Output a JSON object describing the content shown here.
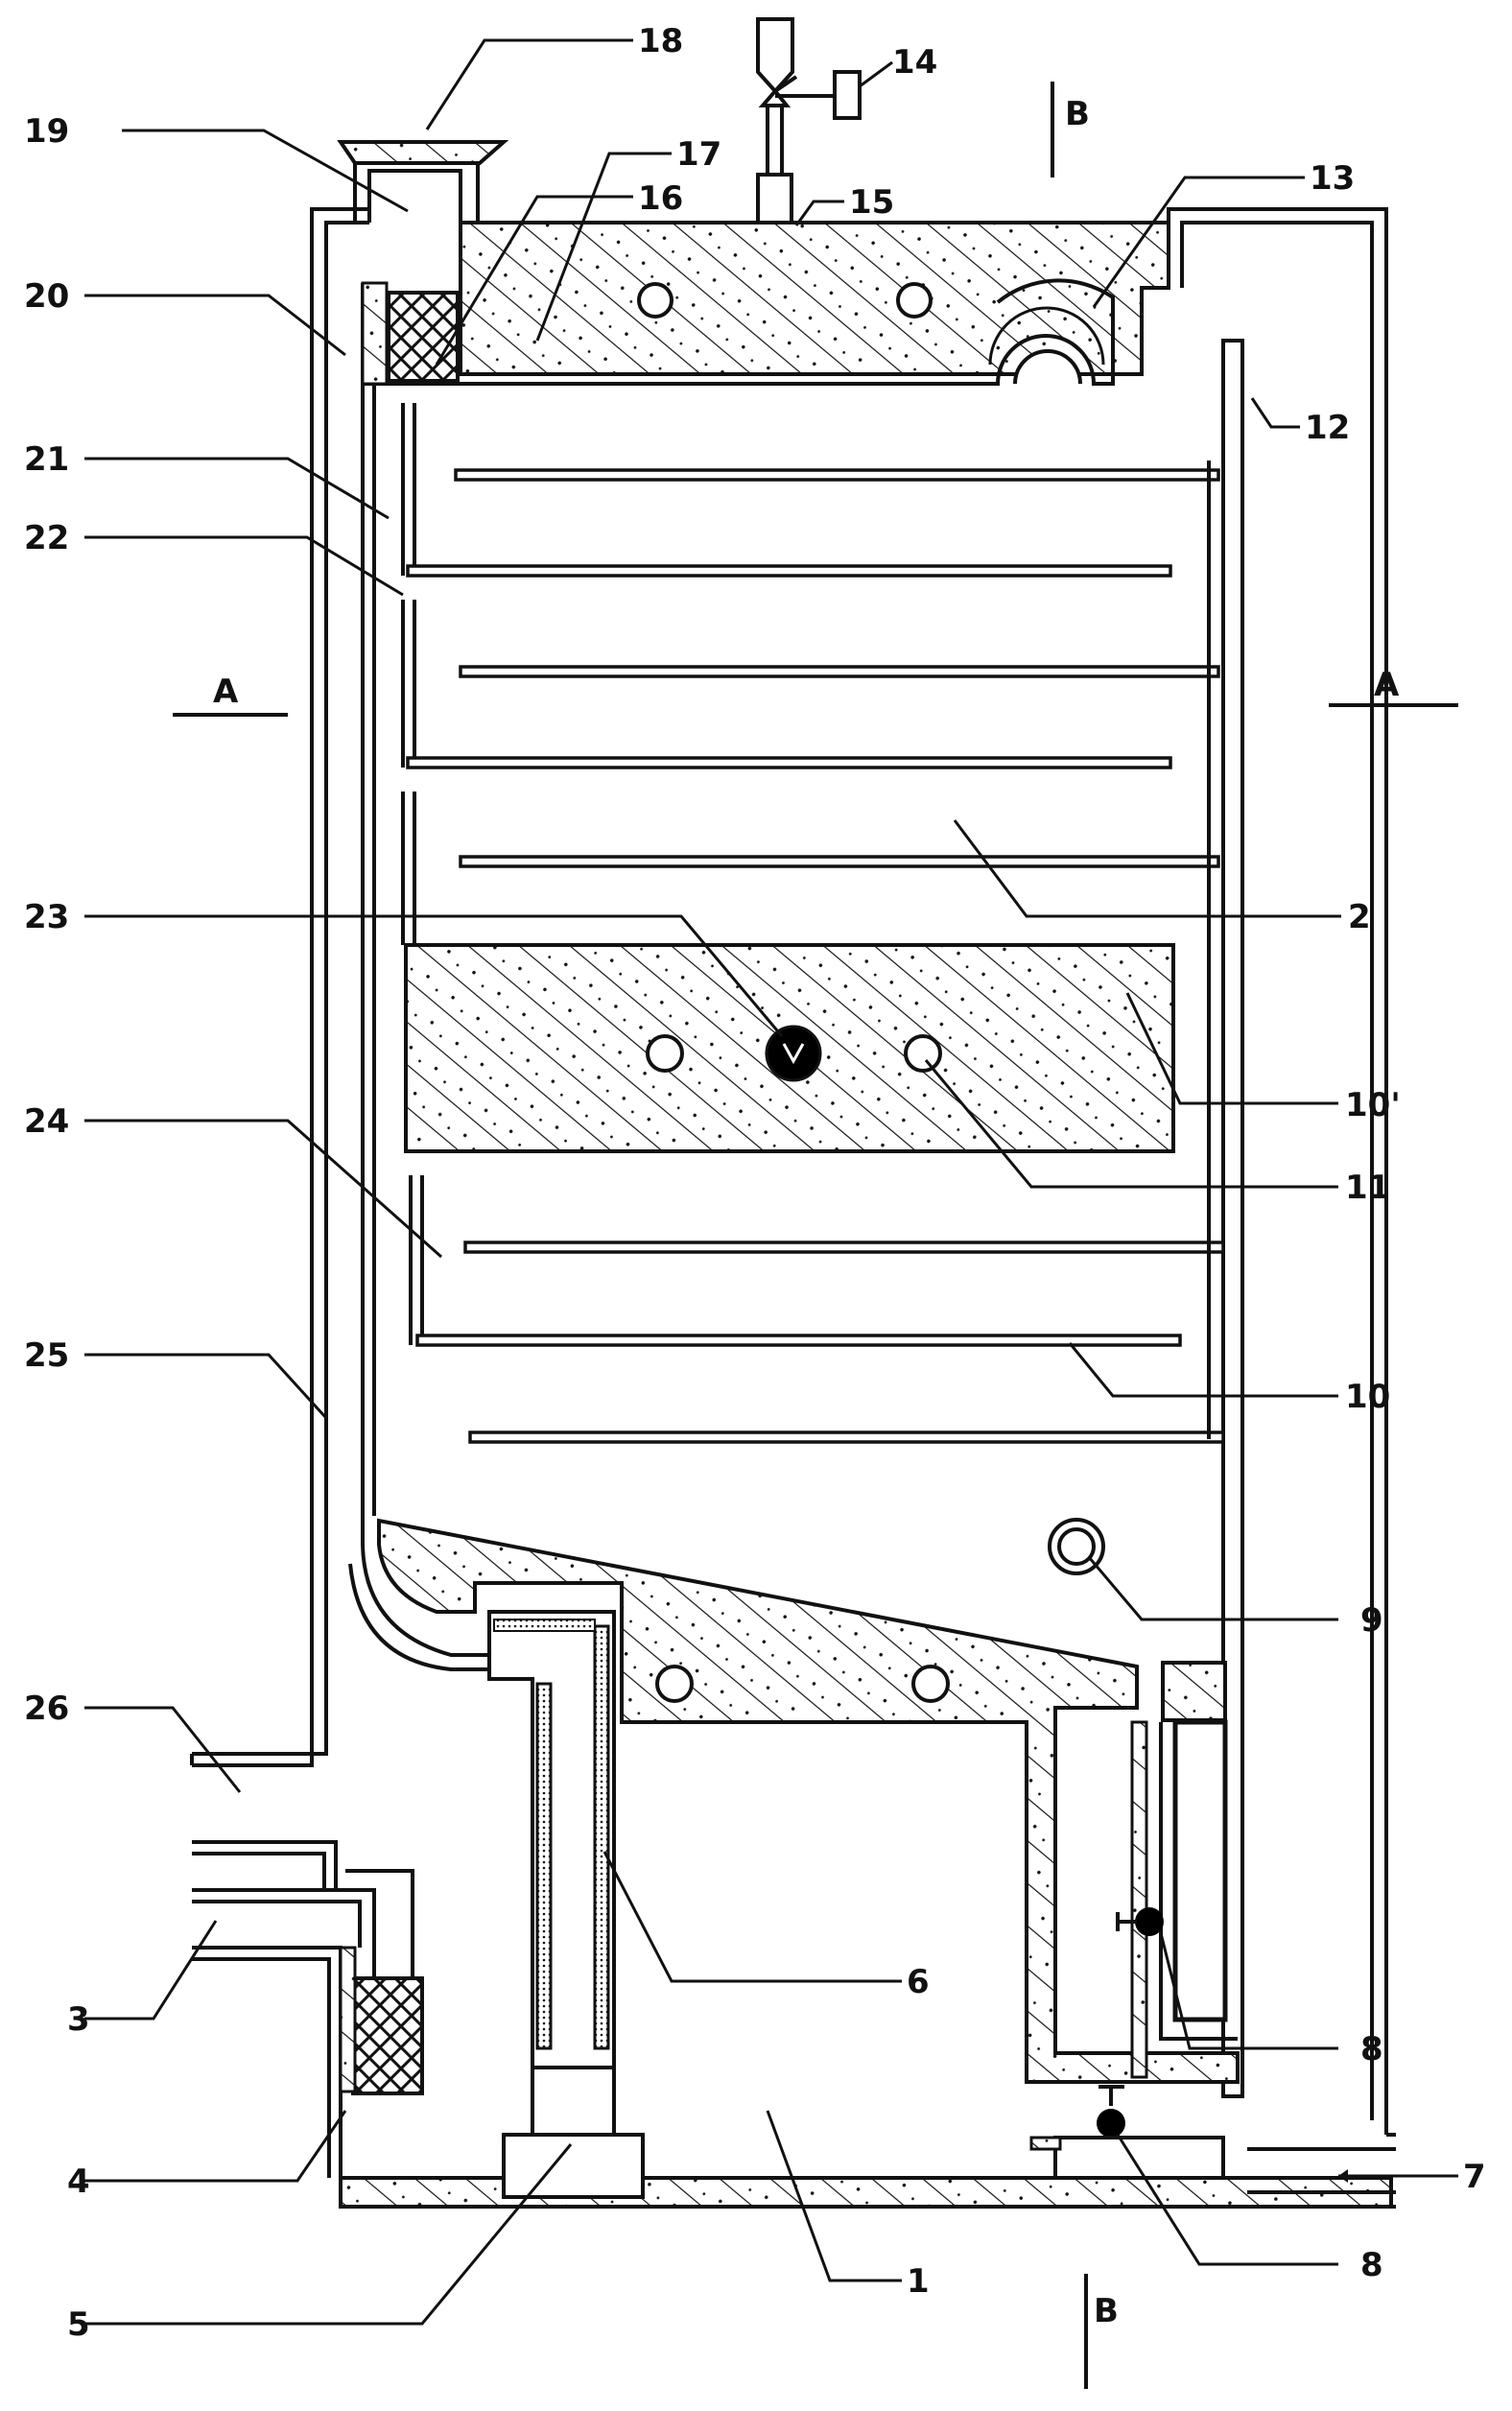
{
  "labels": {
    "l1": "1",
    "l2": "2",
    "l3": "3",
    "l4": "4",
    "l5": "5",
    "l6": "6",
    "l7": "7",
    "l8a": "8",
    "l8b": "8",
    "l9": "9",
    "l10": "10",
    "l10p": "10'",
    "l11": "11",
    "l12": "12",
    "l13": "13",
    "l14": "14",
    "l15": "15",
    "l16": "16",
    "l17": "17",
    "l18": "18",
    "l19": "19",
    "l20": "20",
    "l21": "21",
    "l22": "22",
    "l23": "23",
    "l24": "24",
    "l25": "25",
    "l26": "26"
  },
  "sections": {
    "a_left": "A",
    "a_right": "A",
    "b_top": "B",
    "b_bottom": "B"
  },
  "colors": {
    "line": "#111111",
    "fill": "#ffffff"
  }
}
